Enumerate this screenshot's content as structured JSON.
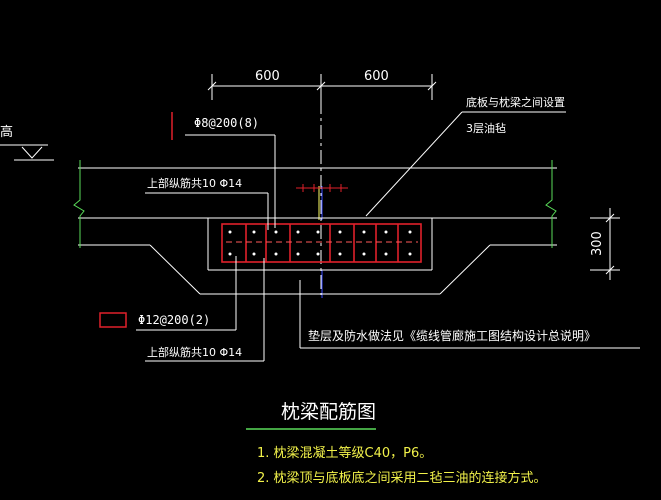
{
  "drawing": {
    "dimensions": {
      "left": "600",
      "right": "600",
      "height": "300"
    },
    "left_label": "高",
    "labels": {
      "stirrup": "Φ8@200(8)",
      "upper_bars_top": "上部纵筋共10 Φ14",
      "distribution_bars": "Φ12@200(2)",
      "upper_bars_bottom": "上部纵筋共10 Φ14",
      "joint_title": "底板与枕梁之间设置",
      "joint_layers": "3层油毡",
      "waterproof_note": "垫层及防水做法见《缆线管廊施工图结构设计总说明》"
    },
    "title": "枕梁配筋图",
    "notes": [
      "1. 枕梁混凝土等级C40，P6。",
      "2. 枕梁顶与底板底之间采用二毡三油的连接方式。"
    ],
    "colors": {
      "background": "#000000",
      "concrete": "#ffffff",
      "rebar": "#e0202a",
      "dimension": "#ffffff",
      "leader": "#ffffff",
      "grid": "#ffff66",
      "blue_axis": "#3a4cff",
      "title": "#ffffff",
      "notes": "#f2f24a"
    }
  }
}
